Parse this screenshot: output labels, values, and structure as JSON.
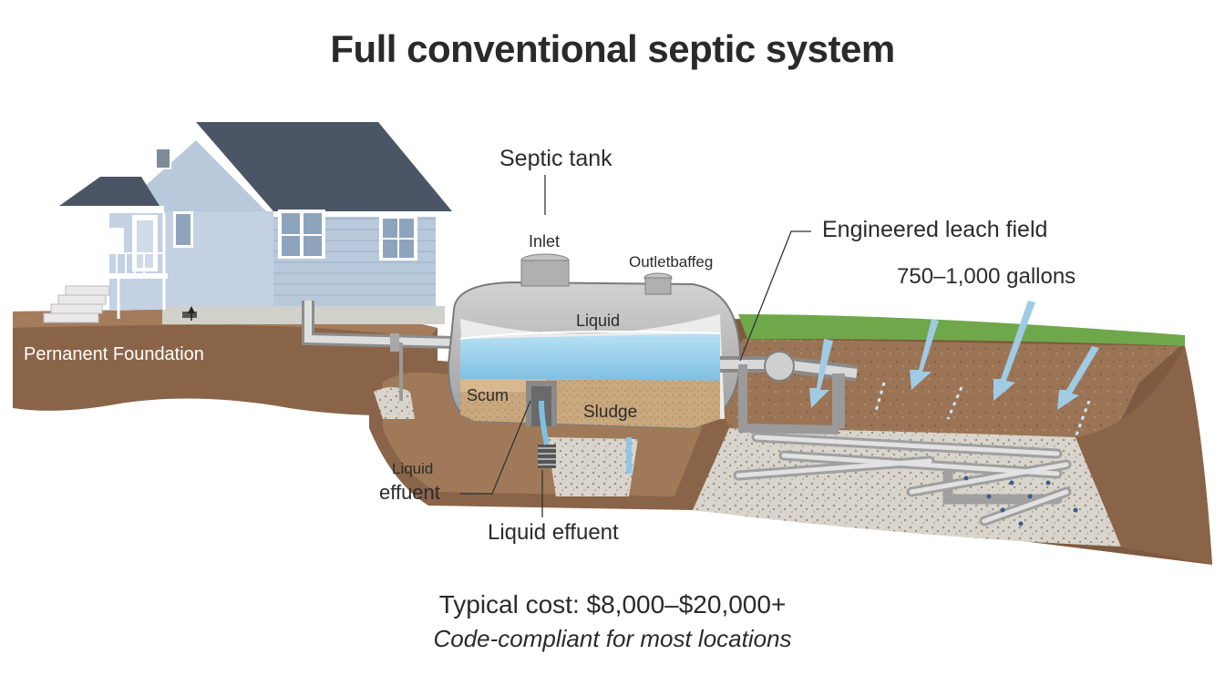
{
  "title": "Full conventional septic system",
  "labels": {
    "septic_tank": "Septic tank",
    "inlet": "Inlet",
    "outlet": "Outletbaffeg",
    "leach_field": "Engineered leach field",
    "capacity": "750–1,000 gallons",
    "liquid": "Liquid",
    "scum": "Scum",
    "sludge": "Sludge",
    "foundation": "Pernanent Foundation",
    "effluent_left_line1": "Liquid",
    "effluent_left_line2": "effuent",
    "effluent_bottom": "Liquid effuent"
  },
  "cost": "Typical cost: $8,000–$20,000+",
  "note": "Code-compliant for most locations",
  "colors": {
    "siding": "#b9c9dc",
    "roof": "#4b5565",
    "soil": "#8a6448",
    "grass": "#6fa84a",
    "concrete": "#b5b5b5",
    "water": "#8ec7e6",
    "gravel": "#d4d0c8"
  },
  "icons": [
    "house-illustration",
    "septic-tank-illustration",
    "leach-field-illustration",
    "rain-arrow-icon"
  ]
}
